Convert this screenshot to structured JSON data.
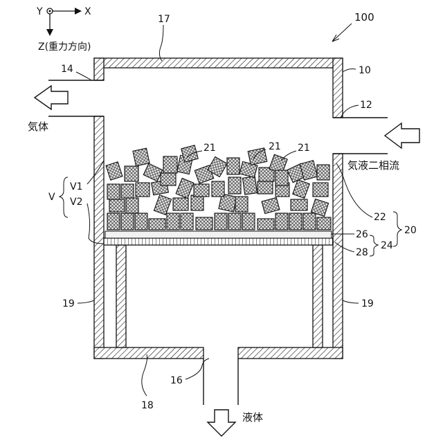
{
  "axes": {
    "y": "Y",
    "x": "X",
    "z": "Z(重力方向)"
  },
  "refs": {
    "r100": "100",
    "r17": "17",
    "r14": "14",
    "r10": "10",
    "r12": "12",
    "r21a": "21",
    "r21b": "21",
    "r21c": "21",
    "r22": "22",
    "r20": "20",
    "r26": "26",
    "r24": "24",
    "r28": "28",
    "r19l": "19",
    "r19r": "19",
    "r16": "16",
    "r18": "18",
    "v": "V",
    "v1": "V1",
    "v2": "V2"
  },
  "flows": {
    "gas_out": "気体",
    "two_phase_in": "気液二相流",
    "liquid_out": "液体"
  }
}
